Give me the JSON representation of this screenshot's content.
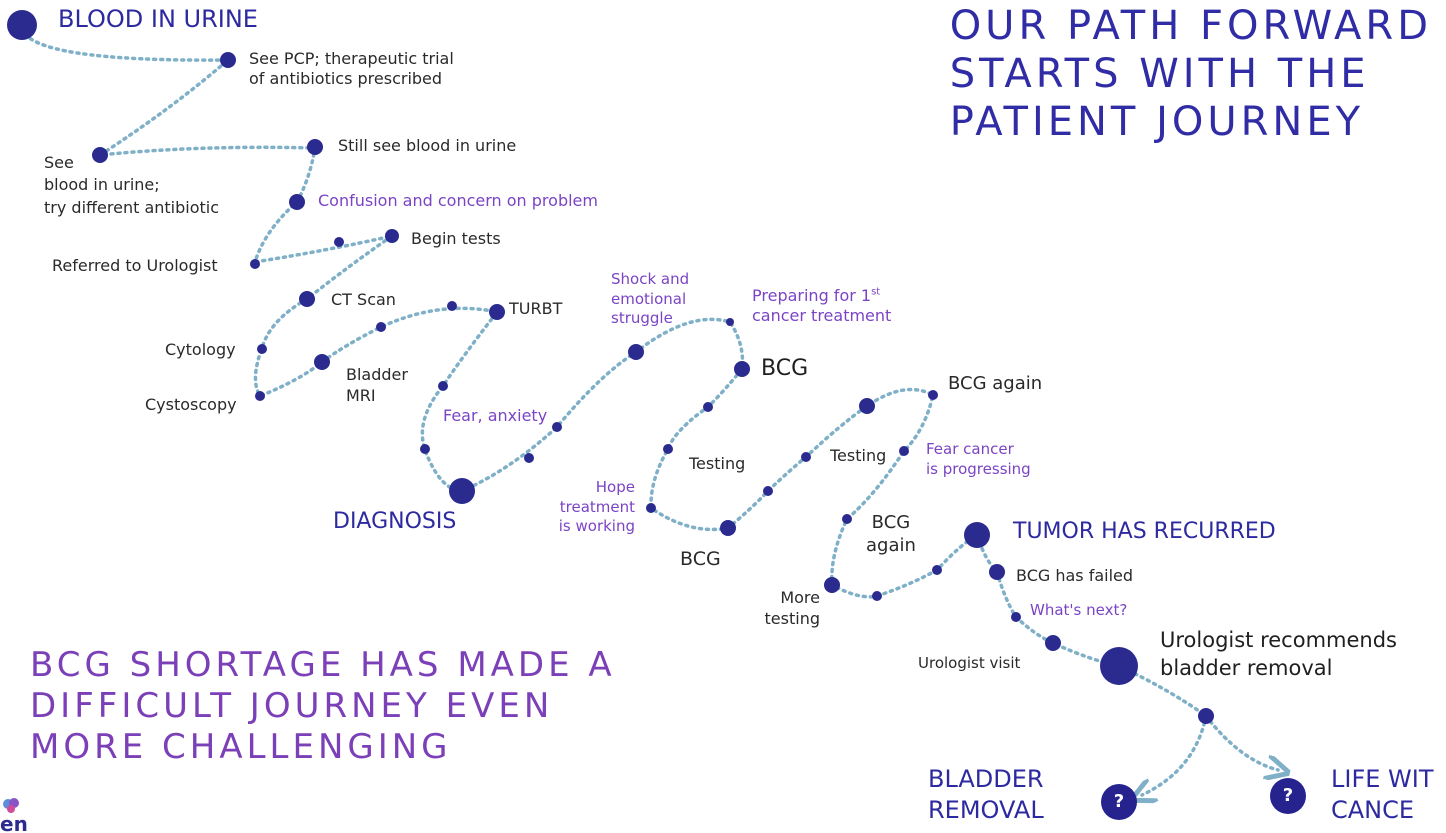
{
  "titles": {
    "right_lines": [
      "OUR PATH FORWARD",
      "STARTS WITH THE",
      "PATIENT JOURNEY"
    ],
    "left_lines": [
      "BCG SHORTAGE HAS MADE A",
      "DIFFICULT JOURNEY EVEN",
      "MORE CHALLENGING"
    ]
  },
  "steps": {
    "blood_in_urine": "BLOOD IN URINE",
    "see_pcp_1": "See PCP; therapeutic trial",
    "see_pcp_2": "of antibiotics prescribed",
    "see_blood_1": "See",
    "see_blood_2": "blood in urine;",
    "see_blood_3": "try different antibiotic",
    "still_see": "Still see blood in urine",
    "confusion": "Confusion and concern on problem",
    "begin_tests": "Begin tests",
    "referred": "Referred to Urologist",
    "ct_scan": "CT Scan",
    "turbt": "TURBT",
    "cytology": "Cytology",
    "bladder_mri_1": "Bladder",
    "bladder_mri_2": "MRI",
    "cystoscopy": "Cystoscopy",
    "fear_anxiety": "Fear, anxiety",
    "diagnosis": "DIAGNOSIS",
    "shock_1": "Shock and",
    "shock_2": "emotional",
    "shock_3": "struggle",
    "preparing_1": "Preparing for 1",
    "preparing_sup": "st",
    "preparing_2": "cancer treatment",
    "bcg_1": "BCG",
    "testing_1": "Testing",
    "hope_1": "Hope",
    "hope_2": "treatment",
    "hope_3": "is working",
    "bcg_2": "BCG",
    "bcg_again_1": "BCG again",
    "testing_2": "Testing",
    "fear_prog_1": "Fear cancer",
    "fear_prog_2": "is progressing",
    "bcg_again_2a": "BCG",
    "bcg_again_2b": "again",
    "more_testing_1": "More",
    "more_testing_2": "testing",
    "tumor_recurred": "TUMOR HAS RECURRED",
    "bcg_failed": "BCG has failed",
    "whats_next": "What's next?",
    "urologist_visit": "Urologist visit",
    "urologist_rec_1": "Urologist recommends",
    "urologist_rec_2": "bladder removal",
    "bladder_removal_1": "BLADDER",
    "bladder_removal_2": "REMOVAL",
    "life_with_1": "LIFE WIT",
    "life_with_2": "CANCE",
    "question_mark": "?",
    "logo_text": "en"
  },
  "colors": {
    "navy": "#2b2b8f",
    "purple": "#7b44c4",
    "path": "#7fb0c8"
  }
}
